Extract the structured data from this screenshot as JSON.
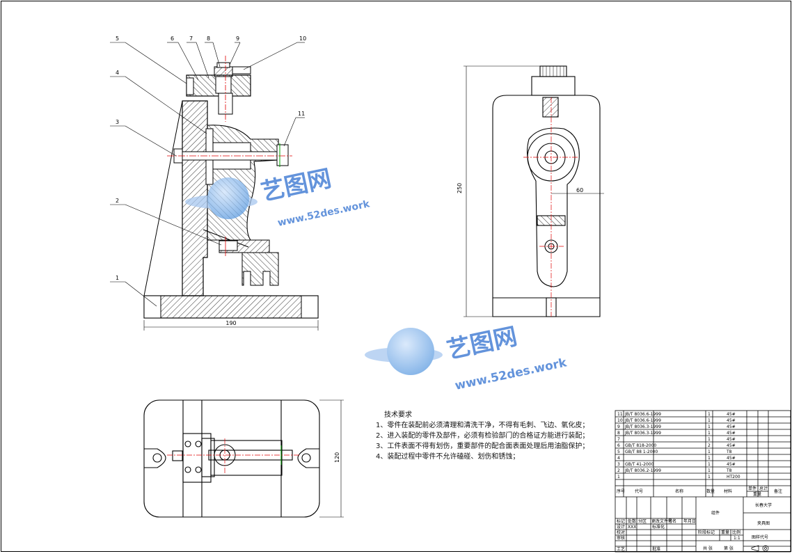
{
  "balloons": [
    "5",
    "6",
    "7",
    "8",
    "9",
    "10",
    "4",
    "3",
    "11",
    "2",
    "1"
  ],
  "dimensions": {
    "front_width": "190",
    "side_height": "250",
    "side_offset": "60",
    "top_height": "120"
  },
  "tech_requirements": {
    "title": "技术要求",
    "items": [
      "1、零件在装配前必须清理和清洗干净，不得有毛刺、飞边、氧化皮；",
      "2、进入装配的零件及部件，必须有检验部门的合格证方能进行装配；",
      "3、工件表面不得有划伤，重要部件的配合面表面处理后用油脂保护；",
      "4、装配过程中零件不允许磕碰、划伤和锈蚀；"
    ]
  },
  "bom": {
    "rows": [
      {
        "no": "11",
        "code": "JB/T 8036.6-1999",
        "qty": "1",
        "material": "45#"
      },
      {
        "no": "10",
        "code": "JB/T 8036.6-1999",
        "qty": "1",
        "material": "45#"
      },
      {
        "no": "9",
        "code": "JB/T 8036.3-1999",
        "qty": "1",
        "material": "45#"
      },
      {
        "no": "8",
        "code": "JB/T 8036.3-1999",
        "qty": "1",
        "material": "45#"
      },
      {
        "no": "7",
        "code": "",
        "qty": "1",
        "material": "45#"
      },
      {
        "no": "6",
        "code": "GB/T 818-2000",
        "qty": "2",
        "material": "45#"
      },
      {
        "no": "5",
        "code": "GB/T 88 1-2000",
        "qty": "1",
        "material": "T8"
      },
      {
        "no": "4",
        "code": "",
        "qty": "1",
        "material": "45#"
      },
      {
        "no": "3",
        "code": "GB/T 41-2000",
        "qty": "1",
        "material": "45#"
      },
      {
        "no": "2",
        "code": "JB/T 8036.2-1999",
        "qty": "1",
        "material": "T8"
      },
      {
        "no": "1",
        "code": "",
        "qty": "1",
        "material": "HT200"
      }
    ],
    "header": [
      "序号",
      "代号",
      "名称",
      "数量",
      "材料",
      "单件",
      "总计",
      "备注"
    ],
    "header_sub": "重量"
  },
  "title_block": {
    "school": "长春大学",
    "name": "夹具图",
    "subtitle": "组件",
    "scale_label": "比例",
    "scale": "1:1",
    "weight_label": "重量",
    "stage_label": "阶段标记",
    "drawing_code_label": "图样代号",
    "sheets": "共 张",
    "sheet": "第 张",
    "row_labels": [
      "标记",
      "处数",
      "分区",
      "更改文件号",
      "签名",
      "年月日"
    ],
    "design": "设计",
    "design_name": "XXX",
    "standard": "标准化",
    "review": "审核",
    "process": "工艺",
    "approve": "批准",
    "checker": "校对"
  },
  "watermark": {
    "brand": "艺图网",
    "url": "www.52des.work"
  },
  "colors": {
    "line": "#000000",
    "center_line": "#e00000",
    "thread": "#00a000",
    "watermark": "#2f6fd0"
  }
}
